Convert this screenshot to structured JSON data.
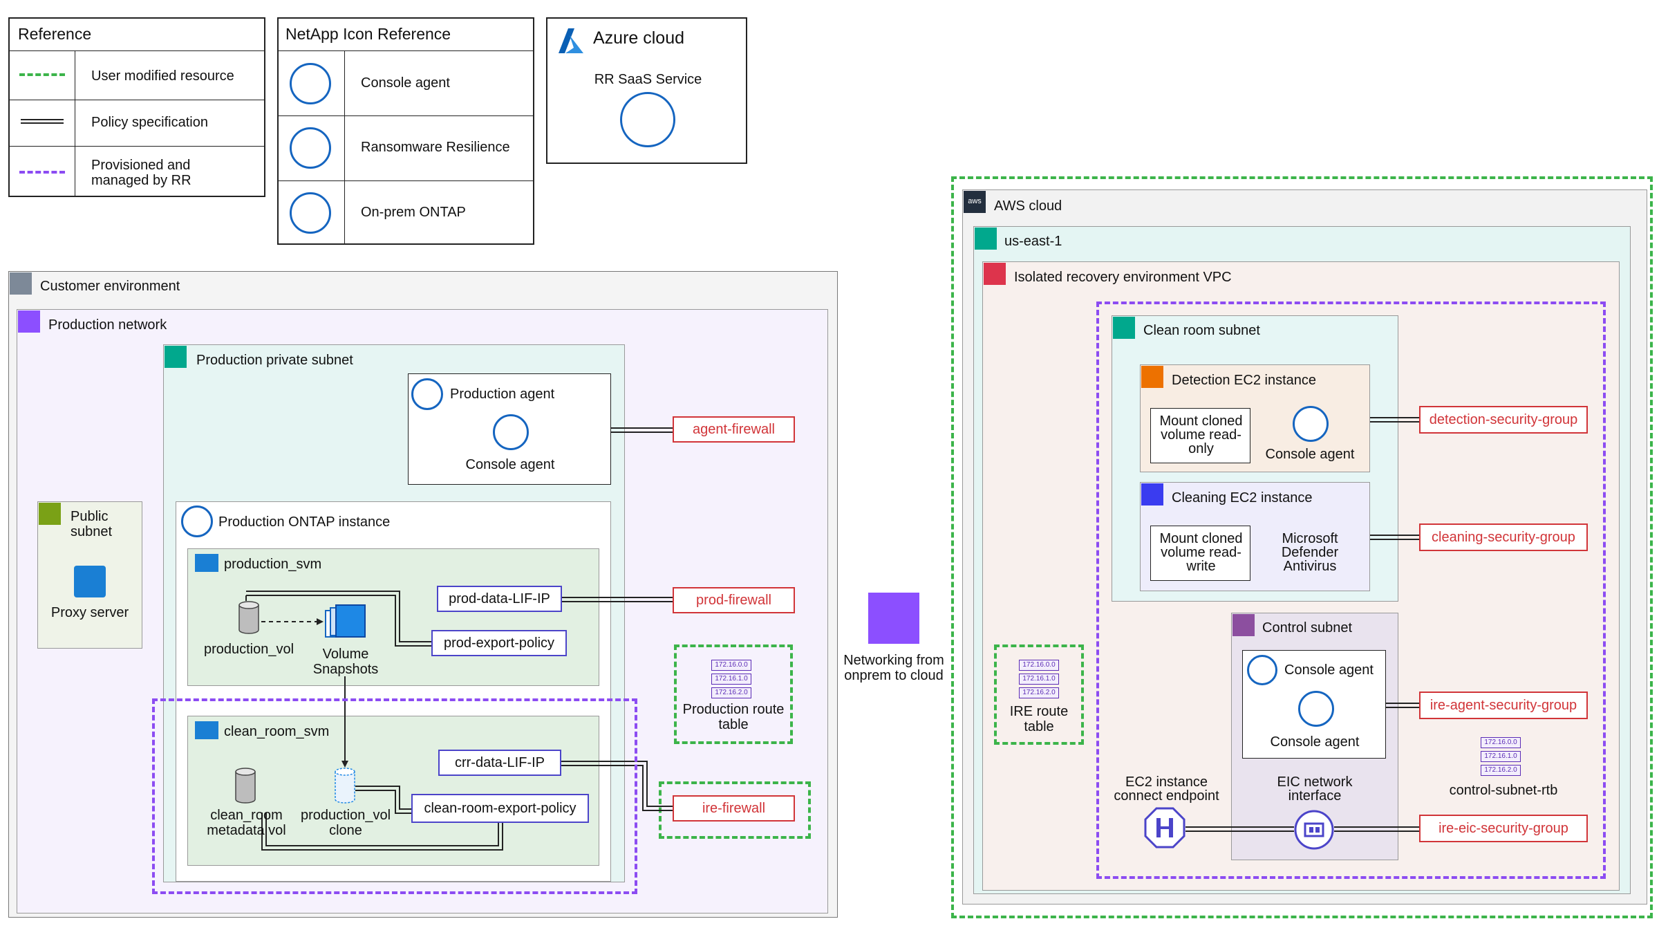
{
  "legend": {
    "title": "Reference",
    "rows": [
      {
        "style": "green-dashed",
        "label": "User modified resource"
      },
      {
        "style": "double-line",
        "label": "Policy specification"
      },
      {
        "style": "purple-dashed",
        "label": "Provisioned and managed by RR"
      }
    ]
  },
  "icon_reference": {
    "title": "NetApp Icon Reference",
    "rows": [
      {
        "icon": "console-agent-icon",
        "label": "Console agent"
      },
      {
        "icon": "ransomware-resilience-icon",
        "label": "Ransomware Resilience"
      },
      {
        "icon": "on-prem-ontap-icon",
        "label": "On-prem ONTAP"
      }
    ]
  },
  "azure": {
    "title": "Azure cloud",
    "service": "RR SaaS Service"
  },
  "customer": {
    "title": "Customer environment",
    "production_network": "Production network",
    "public_subnet": {
      "title": "Public subnet",
      "proxy": "Proxy server"
    },
    "private_subnet": "Production private subnet",
    "production_agent": {
      "title": "Production agent",
      "label": "Console agent"
    },
    "ontap": "Production ONTAP instance",
    "production_svm": {
      "title": "production_svm",
      "vol": "production_vol",
      "snapshots": "Volume Snapshots",
      "lif": "prod-data-LIF-IP",
      "export": "prod-export-policy"
    },
    "clean_room_svm": {
      "title": "clean_room_svm",
      "metadata": "clean_room metadata vol",
      "clone": "production_vol clone",
      "lif": "crr-data-LIF-IP",
      "export": "clean-room-export-policy"
    },
    "firewalls": {
      "agent": "agent-firewall",
      "prod": "prod-firewall",
      "ire": "ire-firewall"
    },
    "route_table": {
      "label": "Production route table",
      "ips": [
        "172.16.0.0",
        "172.16.1.0",
        "172.16.2.0"
      ]
    }
  },
  "networking": "Networking from onprem to cloud",
  "aws": {
    "title": "AWS cloud",
    "logo": "aws",
    "region": "us-east-1",
    "vpc": "Isolated recovery environment VPC",
    "route_table": {
      "label": "IRE route table",
      "ips": [
        "172.16.0.0",
        "172.16.1.0",
        "172.16.2.0"
      ]
    },
    "clean_room": "Clean room subnet",
    "detection": {
      "title": "Detection EC2 instance",
      "mount": "Mount cloned volume read-only",
      "agent": "Console agent"
    },
    "cleaning": {
      "title": "Cleaning EC2 instance",
      "mount": "Mount cloned volume read-write",
      "defender": "Microsoft Defender Antivirus"
    },
    "control": {
      "title": "Control subnet",
      "agent_title": "Console agent",
      "agent_label": "Console agent",
      "rtb": "control-subnet-rtb",
      "rtb_ips": [
        "172.16.0.0",
        "172.16.1.0",
        "172.16.2.0"
      ]
    },
    "eic_endpoint": "EC2 instance connect endpoint",
    "eic_interface": "EIC network interface",
    "security_groups": {
      "detection": "detection-security-group",
      "cleaning": "cleaning-security-group",
      "agent": "ire-agent-security-group",
      "eic": "ire-eic-security-group"
    }
  },
  "colors": {
    "green": "#3cb44a",
    "purple": "#8c4cf2",
    "red": "#d13438",
    "blue": "#1565c0",
    "teal": "#01a88d",
    "orange": "#ed7100"
  }
}
